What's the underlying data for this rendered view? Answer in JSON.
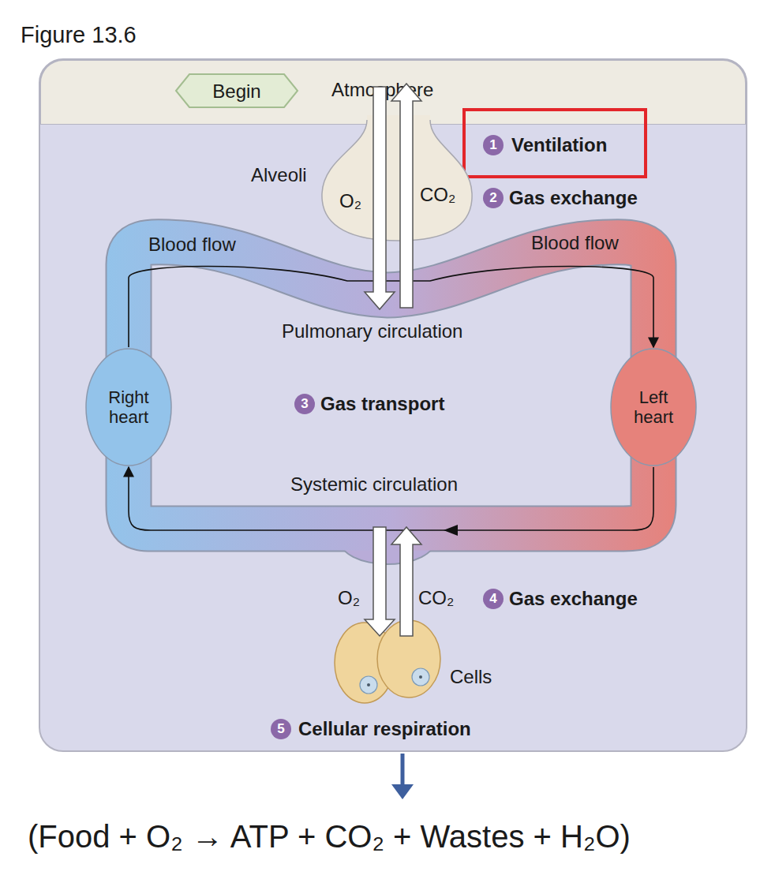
{
  "diagram": {
    "title": "Figure 13.6",
    "nodes": [
      {
        "text": [
          "Atmosphere"
        ]
      },
      {
        "text": [
          "Begin"
        ],
        "in": 0
      },
      {
        "text": [
          "Ventilation"
        ]
      },
      {
        "text": [
          "Alveoli"
        ]
      },
      {
        "text": [
          "Right heart"
        ]
      },
      {
        "text": [
          "Left heart"
        ]
      },
      {
        "text": [
          "Cells"
        ]
      }
    ],
    "edges": [
      {
        "from": 4,
        "to": 5,
        "arrow": "to"
      },
      {
        "from": 5,
        "to": 4,
        "arrow": "to"
      }
    ],
    "labels": [
      "1",
      "2",
      "Gas exchange",
      "O₂",
      "CO₂",
      "Blood flow",
      "Blood flow",
      "Pulmonary circulation",
      "3",
      "Gas transport",
      "Systemic circulation",
      "O₂",
      "CO₂",
      "4",
      "Gas exchange",
      "5",
      "Cellular respiration",
      "(Food + O₂ → ATP + CO₂ + Wastes + H₂O)"
    ]
  }
}
